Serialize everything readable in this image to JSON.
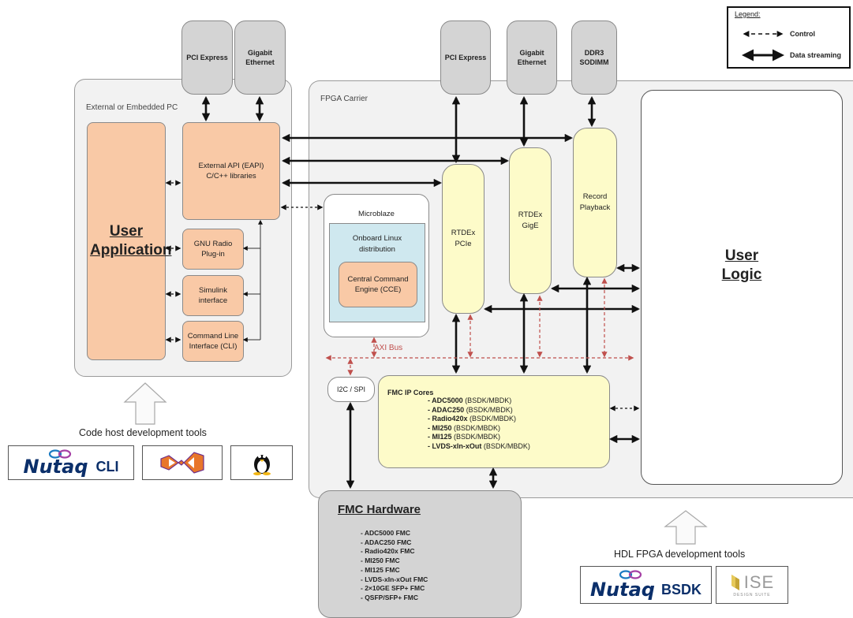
{
  "legend": {
    "title": "Legend:",
    "items": [
      {
        "label": "Control",
        "style": "dashed"
      },
      {
        "label": "Data streaming",
        "style": "solid"
      }
    ]
  },
  "host": {
    "interfaces": [
      {
        "label": "PCI Express"
      },
      {
        "label": "Gigabit Ethernet"
      }
    ],
    "panel_title": "External or Embedded PC",
    "user_app": "User Application",
    "eapi": "External API (EAPI) C/C++ libraries",
    "gnuradio": "GNU Radio Plug-in",
    "simulink": "Simulink interface",
    "cli": "Command Line Interface (CLI)"
  },
  "fpga": {
    "interfaces": [
      {
        "label": "PCI Express"
      },
      {
        "label": "Gigabit Ethernet"
      },
      {
        "label": "DDR3 SODIMM"
      }
    ],
    "panel_title": "FPGA Carrier",
    "microblaze": "Microblaze",
    "linux": "Onboard Linux distribution",
    "cce": "Central Command Engine (CCE)",
    "rtdex_pcie": "RTDEx PCIe",
    "rtdex_gige": "RTDEx GigE",
    "record": "Record Playback",
    "user_logic": "User Logic",
    "axi_bus": "AXI Bus",
    "i2c": "I2C / SPI",
    "fmc_ip": {
      "title": "FMC IP Cores",
      "items": [
        {
          "name": "ADC5000",
          "suffix": "(BSDK/MBDK)"
        },
        {
          "name": "ADAC250",
          "suffix": "(BSDK/MBDK)"
        },
        {
          "name": "Radio420x",
          "suffix": "(BSDK/MBDK)"
        },
        {
          "name": "MI250",
          "suffix": "(BSDK/MBDK)"
        },
        {
          "name": "MI125",
          "suffix": "(BSDK/MBDK)"
        },
        {
          "name": "LVDS-xIn-xOut",
          "suffix": "(BSDK/MBDK)"
        }
      ]
    }
  },
  "fmc_hardware": {
    "title": "FMC Hardware",
    "items": [
      "ADC5000 FMC",
      "ADAC250 FMC",
      "Radio420x FMC",
      "MI250 FMC",
      "MI125 FMC",
      "LVDS-xIn-xOut FMC",
      "2×10GE SFP+ FMC",
      "QSFP/SFP+ FMC"
    ]
  },
  "tools": {
    "host_label": "Code host development tools",
    "host_logos": [
      {
        "icon": "nutaq-logo",
        "word": "Nutaq",
        "suffix": "CLI"
      },
      {
        "icon": "visual-studio-logo"
      },
      {
        "icon": "linux-tux-logo"
      }
    ],
    "hdl_label": "HDL FPGA development tools",
    "hdl_logos": [
      {
        "icon": "nutaq-logo",
        "word": "Nutaq",
        "suffix": "BSDK"
      },
      {
        "icon": "xilinx-ise-logo",
        "word": "ISE",
        "subtitle": "DESIGN SUITE"
      }
    ]
  },
  "colors": {
    "app_orange": "#f9c9a6",
    "core_yellow": "#fdfbc9",
    "linux_blue": "#cfe8ef",
    "panel_gray": "#f2f2f2",
    "interface_gray": "#d4d4d4",
    "axi_red": "#c0504d"
  }
}
